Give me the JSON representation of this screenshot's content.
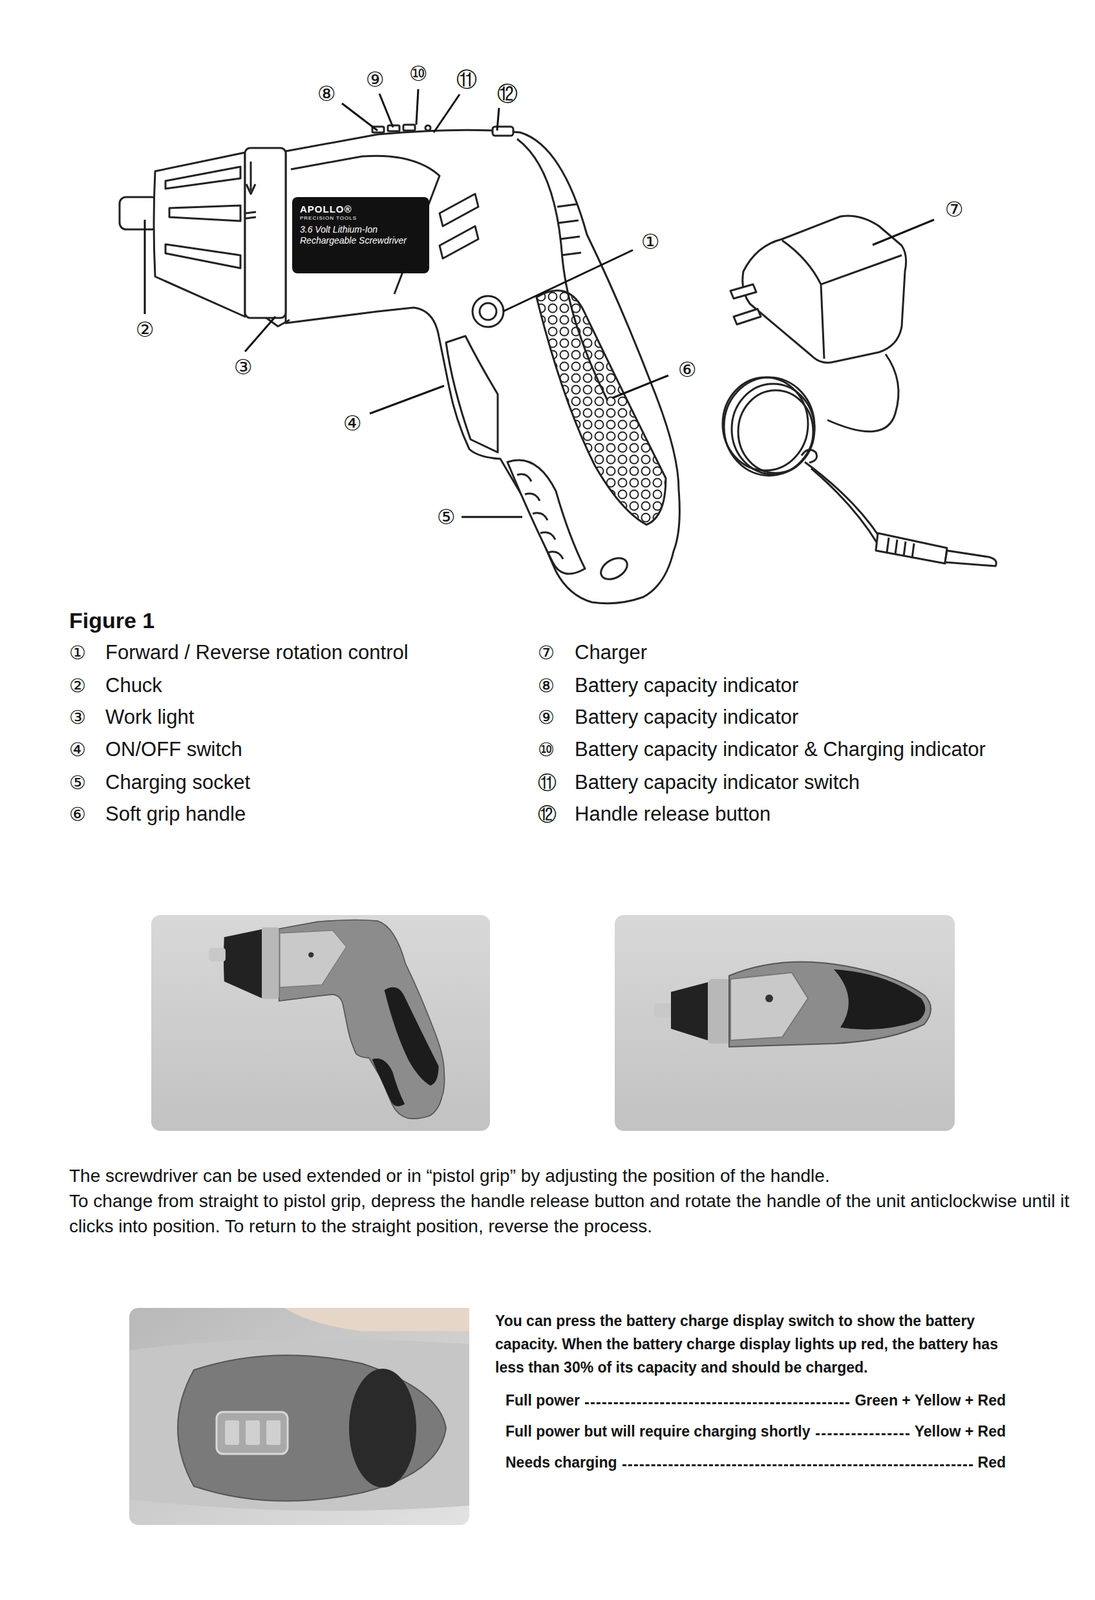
{
  "diagram": {
    "title": "Figure 1",
    "nodes": [
      {
        "text": [
          "APOLLO®",
          "PRECISION TOOLS",
          "3.6 Volt Lithium-Ion Rechargeable Screwdriver"
        ]
      }
    ],
    "labels": [
      "⑧",
      "⑨",
      "⑩",
      "⑪",
      "⑫",
      "⑦",
      "①",
      "⑥",
      "②",
      "③",
      "④",
      "⑤",
      "①",
      "Forward / Reverse rotation control",
      "⑦",
      "Charger",
      "②",
      "Chuck",
      "⑧",
      "Battery capacity indicator",
      "③",
      "Work light",
      "⑨",
      "Battery capacity indicator",
      "④",
      "ON/OFF switch",
      "⑩",
      "Battery capacity indicator & Charging indicator",
      "⑤",
      "Charging socket",
      "⑪",
      "Battery capacity indicator switch",
      "⑥",
      "Soft grip handle",
      "⑫",
      "Handle release button",
      "The screwdriver can be used extended or in “pistol grip” by adjusting the position of the handle.",
      "To change from straight to pistol grip, depress the handle release button and rotate the handle of the unit anticlockwise until it clicks into position. To return to the straight position, reverse the process.",
      "You can press the battery charge display switch to show the battery capacity. When the battery charge display lights up red, the battery has less than 30% of its capacity and should be charged.",
      "Full power",
      "Green + Yellow + Red",
      "Full power but will require charging shortly",
      "Yellow + Red",
      "Needs charging",
      "Red"
    ]
  }
}
